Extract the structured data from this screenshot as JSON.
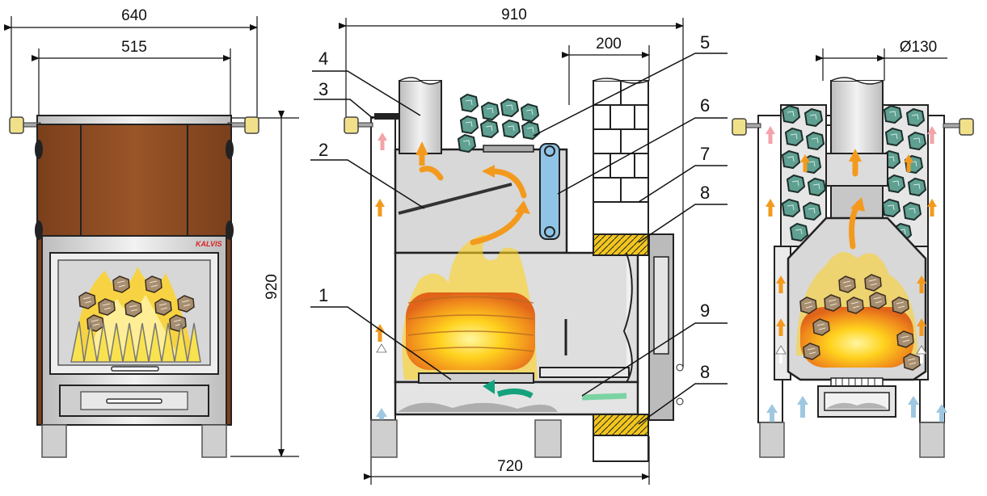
{
  "dimensions": {
    "front_width_total": "640",
    "front_width_inner": "515",
    "height_total": "920",
    "section_width": "910",
    "wall_thickness": "200",
    "base_width": "720",
    "chimney_diameter": "Ø130"
  },
  "brand_label": "KALVIS",
  "callouts": [
    "1",
    "2",
    "3",
    "4",
    "5",
    "6",
    "7",
    "8",
    "8",
    "9"
  ],
  "colors": {
    "cladding_brown": "#8b4a22",
    "steel_grey": "#d8d8d8",
    "stone_teal": "#5fa092",
    "fire_orange": "#f39a1e",
    "insulation_yellow": "#f2c61d",
    "air_blue": "#9fc8e0",
    "water_tank_blue": "#8fc4e6"
  },
  "icons": [
    "arrow-marker",
    "stone-icon",
    "flame-icon",
    "insulation-hatch-icon"
  ]
}
